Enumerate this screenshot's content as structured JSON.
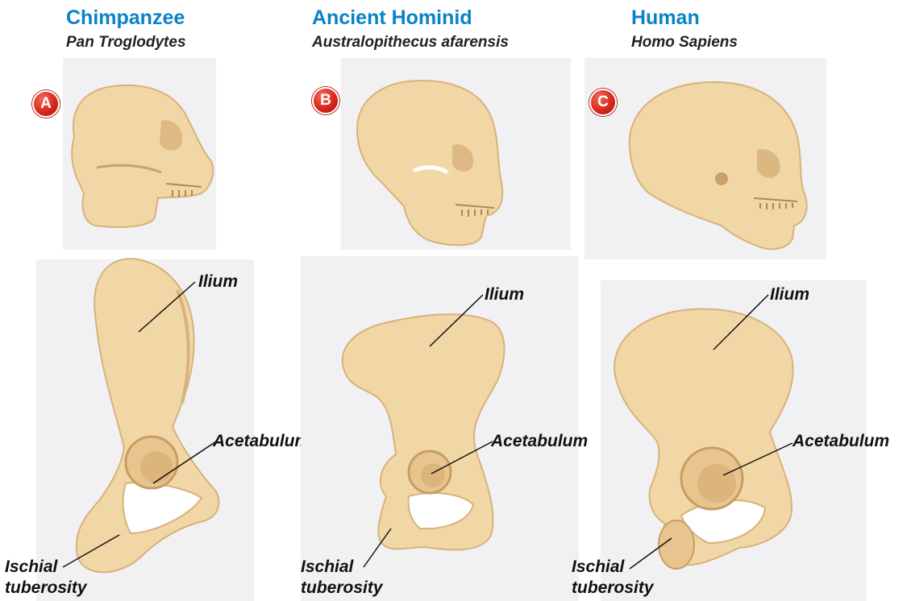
{
  "columns": [
    {
      "badge": "A",
      "title": "Chimpanzee",
      "subtitle": "Pan Troglodytes",
      "labels": {
        "ilium": "Ilium",
        "acetabulum": "Acetabulum",
        "ischial_line1": "Ischial",
        "ischial_line2": "tuberosity"
      }
    },
    {
      "badge": "B",
      "title": "Ancient Hominid",
      "subtitle": "Australopithecus afarensis",
      "labels": {
        "ilium": "Ilium",
        "acetabulum": "Acetabulum",
        "ischial_line1": "Ischial",
        "ischial_line2": "tuberosity"
      }
    },
    {
      "badge": "C",
      "title": "Human",
      "subtitle": "Homo Sapiens",
      "labels": {
        "ilium": "Ilium",
        "acetabulum": "Acetabulum",
        "ischial_line1": "Ischial",
        "ischial_line2": "tuberosity"
      }
    }
  ],
  "colors": {
    "title": "#0a82c8",
    "bone": "#f2d7a6",
    "bone_shade": "#d7b27a",
    "badge": "#d8281c",
    "pane": "#f1f1f4"
  }
}
